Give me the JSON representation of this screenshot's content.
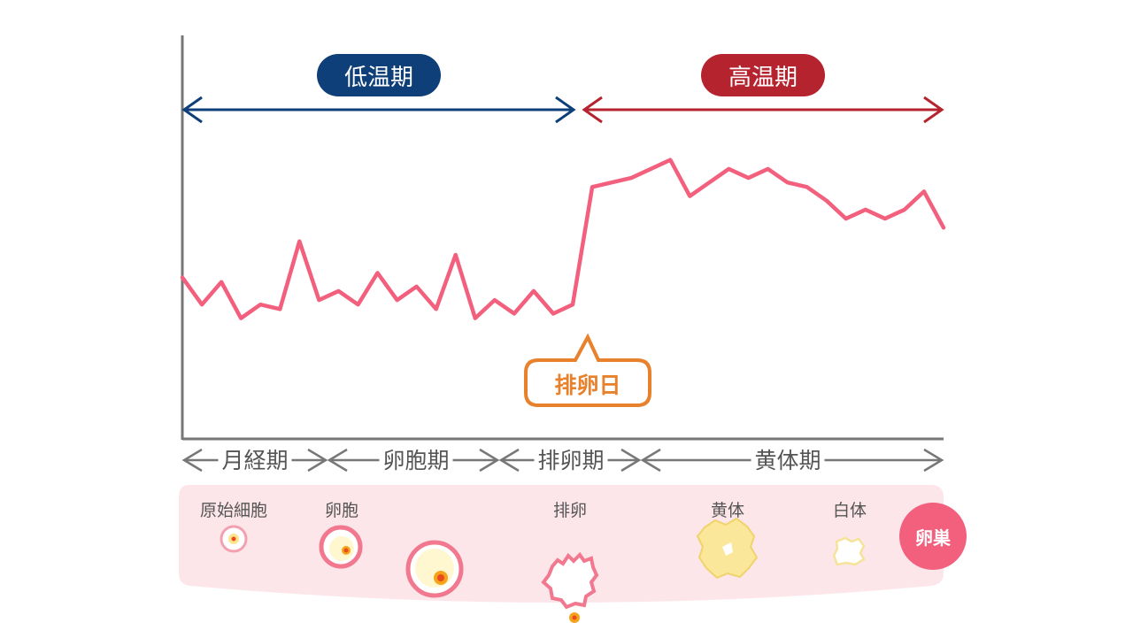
{
  "phases": {
    "low_temp": "低温期",
    "high_temp": "高温期"
  },
  "ovulation_day": "排卵日",
  "cycle_stages": [
    "月経期",
    "卵胞期",
    "排卵期",
    "黄体期"
  ],
  "ovary": {
    "labels": [
      "原始細胞",
      "卵胞",
      "排卵",
      "黄体",
      "白体"
    ],
    "badge": "卵巣"
  },
  "colors": {
    "low_temp": "#0e3f78",
    "high_temp": "#b5232f",
    "temperature_line": "#f2607e",
    "ovulation": "#e8812c",
    "axis": "#777777",
    "ovary_band": "#fde6ea"
  },
  "chart_data": {
    "type": "line",
    "title": "",
    "xlabel": "",
    "ylabel": "",
    "x": [
      1,
      2,
      3,
      4,
      5,
      6,
      7,
      8,
      9,
      10,
      11,
      12,
      13,
      14,
      15,
      16,
      17,
      18,
      19,
      20,
      21,
      22,
      23,
      24,
      25,
      26,
      27,
      28,
      29,
      30,
      31,
      32,
      33,
      34,
      35,
      36,
      37,
      38,
      39,
      40
    ],
    "series": [
      {
        "values": [
          32,
          38,
          33,
          41,
          38,
          39,
          24,
          37,
          35,
          38,
          31,
          37,
          34,
          39,
          27,
          41,
          37,
          40,
          35,
          40,
          38,
          12,
          11,
          10,
          8,
          6,
          14,
          11,
          8,
          10,
          8,
          11,
          12,
          15,
          19,
          17,
          19,
          17,
          13,
          21
        ],
        "note_ovulation_index": 20
      }
    ]
  }
}
